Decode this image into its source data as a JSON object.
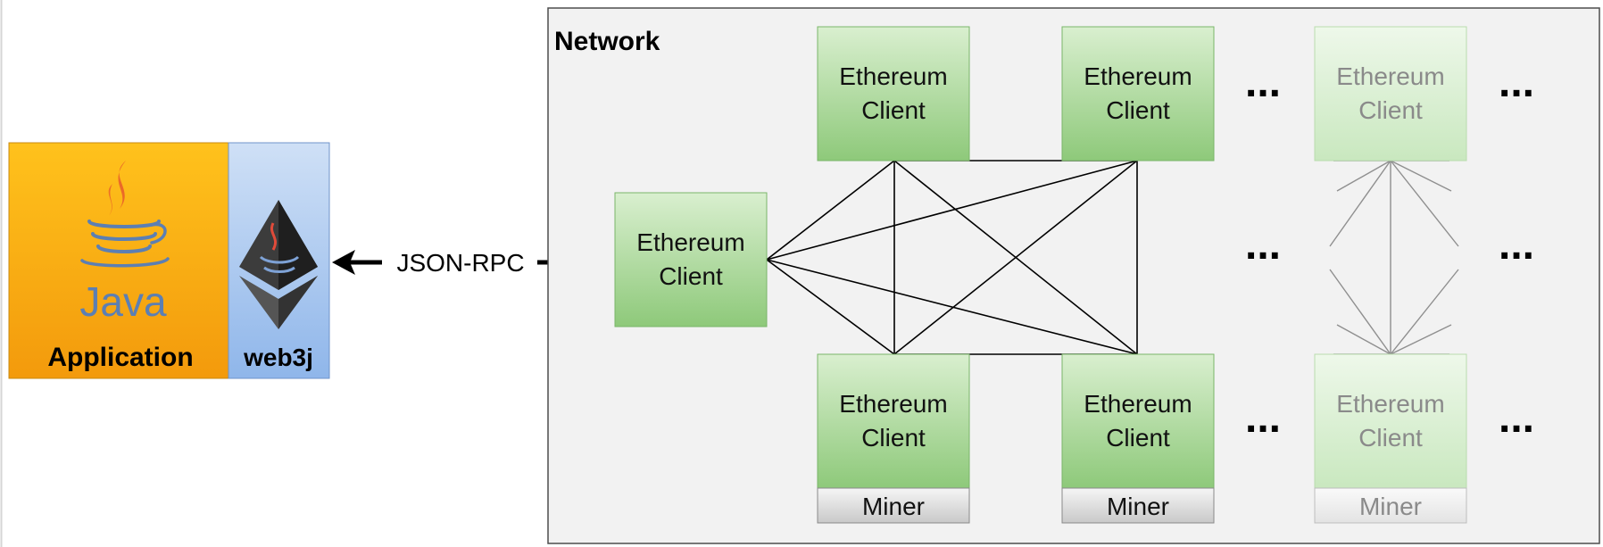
{
  "app": {
    "application_label": "Application",
    "web3j_label": "web3j",
    "java_wordmark": "Java"
  },
  "connection": {
    "label": "JSON-RPC"
  },
  "network": {
    "title": "Network"
  },
  "nodes": {
    "left_client": "Ethereum Client",
    "top1": "Ethereum Client",
    "top2": "Ethereum Client",
    "top3": "Ethereum Client",
    "bottom1": "Ethereum Client",
    "bottom2": "Ethereum Client",
    "bottom3": "Ethereum Client",
    "miner1": "Miner",
    "miner2": "Miner",
    "miner3": "Miner"
  },
  "ellipsis": "...",
  "colors": {
    "network_bg": "#f2f2f2",
    "network_border": "#555555",
    "node_green": "#8ec97a",
    "node_green_light": "#c7e6bd",
    "java_orange": "#f5a410",
    "web3j_blue": "#a6c7ef",
    "line": "#000000",
    "line_faded": "#8f8f8f",
    "miner_bg": "#e6e6e6"
  }
}
